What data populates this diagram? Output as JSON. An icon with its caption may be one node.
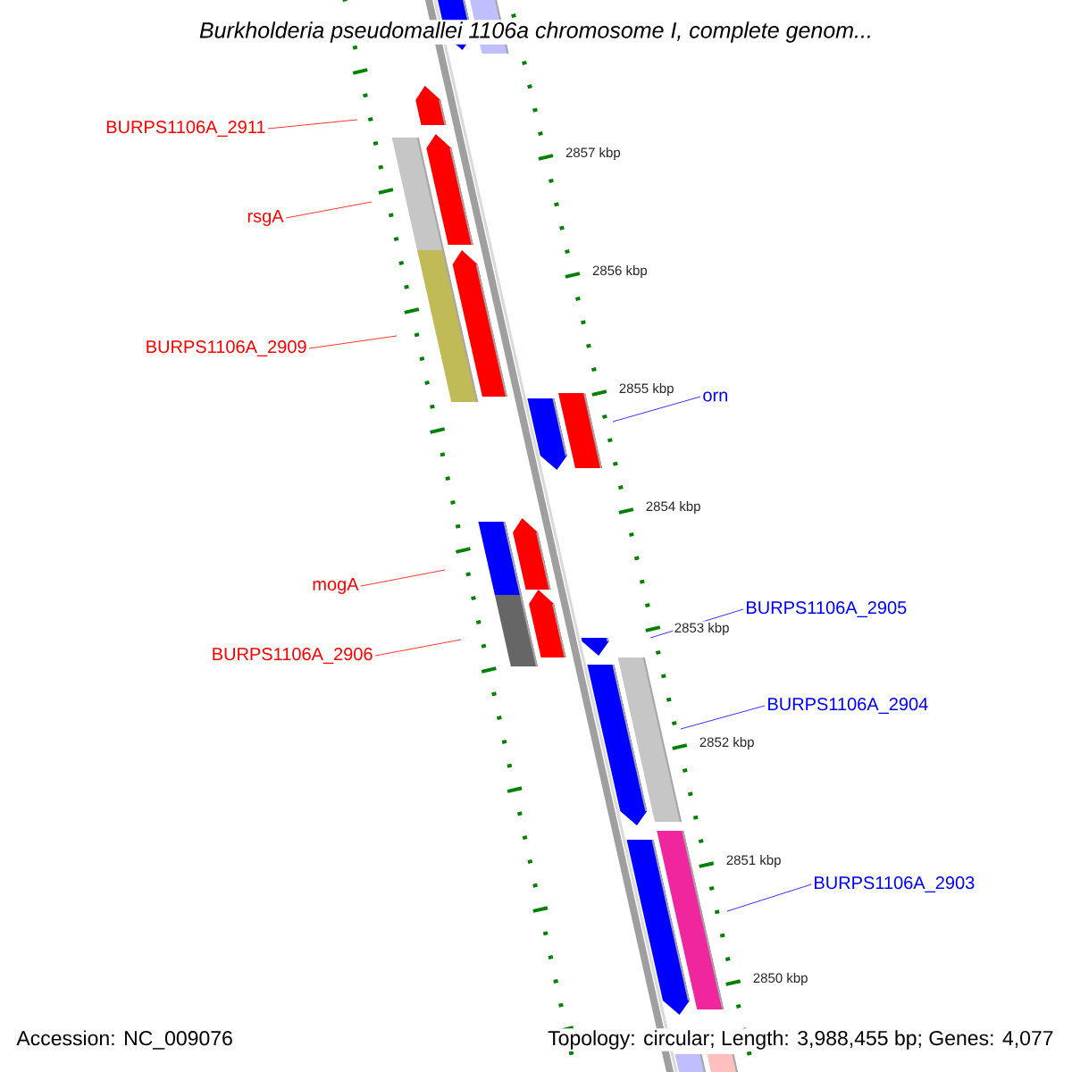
{
  "diagram": {
    "title": "Burkholderia pseudomallei 1106a chromosome I, complete genom...",
    "nodes": [
      {
        "text": [
          "BURPS1106A_2911"
        ]
      },
      {
        "text": [
          "rsgA"
        ]
      },
      {
        "text": [
          "BURPS1106A_2909"
        ]
      },
      {
        "text": [
          "orn"
        ]
      },
      {
        "text": [
          "mogA"
        ]
      },
      {
        "text": [
          "BURPS1106A_2906"
        ]
      },
      {
        "text": [
          "BURPS1106A_2905"
        ]
      },
      {
        "text": [
          "BURPS1106A_2904"
        ]
      },
      {
        "text": [
          "BURPS1106A_2903"
        ]
      }
    ],
    "edges": [
      {
        "from": 0,
        "to": null,
        "arrow": "none"
      },
      {
        "from": 1,
        "to": null,
        "arrow": "none"
      },
      {
        "from": 2,
        "to": null,
        "arrow": "none"
      },
      {
        "from": 3,
        "to": null,
        "arrow": "none",
        "color": "#0000ff"
      },
      {
        "from": 4,
        "to": null,
        "arrow": "none"
      },
      {
        "from": 5,
        "to": null,
        "arrow": "none"
      },
      {
        "from": 6,
        "to": null,
        "arrow": "none",
        "color": "#0000ff"
      },
      {
        "from": 7,
        "to": null,
        "arrow": "none",
        "color": "#0000ff"
      },
      {
        "from": 8,
        "to": null,
        "arrow": "none",
        "color": "#0000ff"
      }
    ],
    "labels": [
      "2857 kbp",
      "2856 kbp",
      "2855 kbp",
      "2854 kbp",
      "2853 kbp",
      "2852 kbp",
      "2851 kbp",
      "2850 kbp",
      "Accession: NC_009076",
      "Topology: circular; Length: 3,988,455 bp; Genes: 4,077"
    ]
  }
}
